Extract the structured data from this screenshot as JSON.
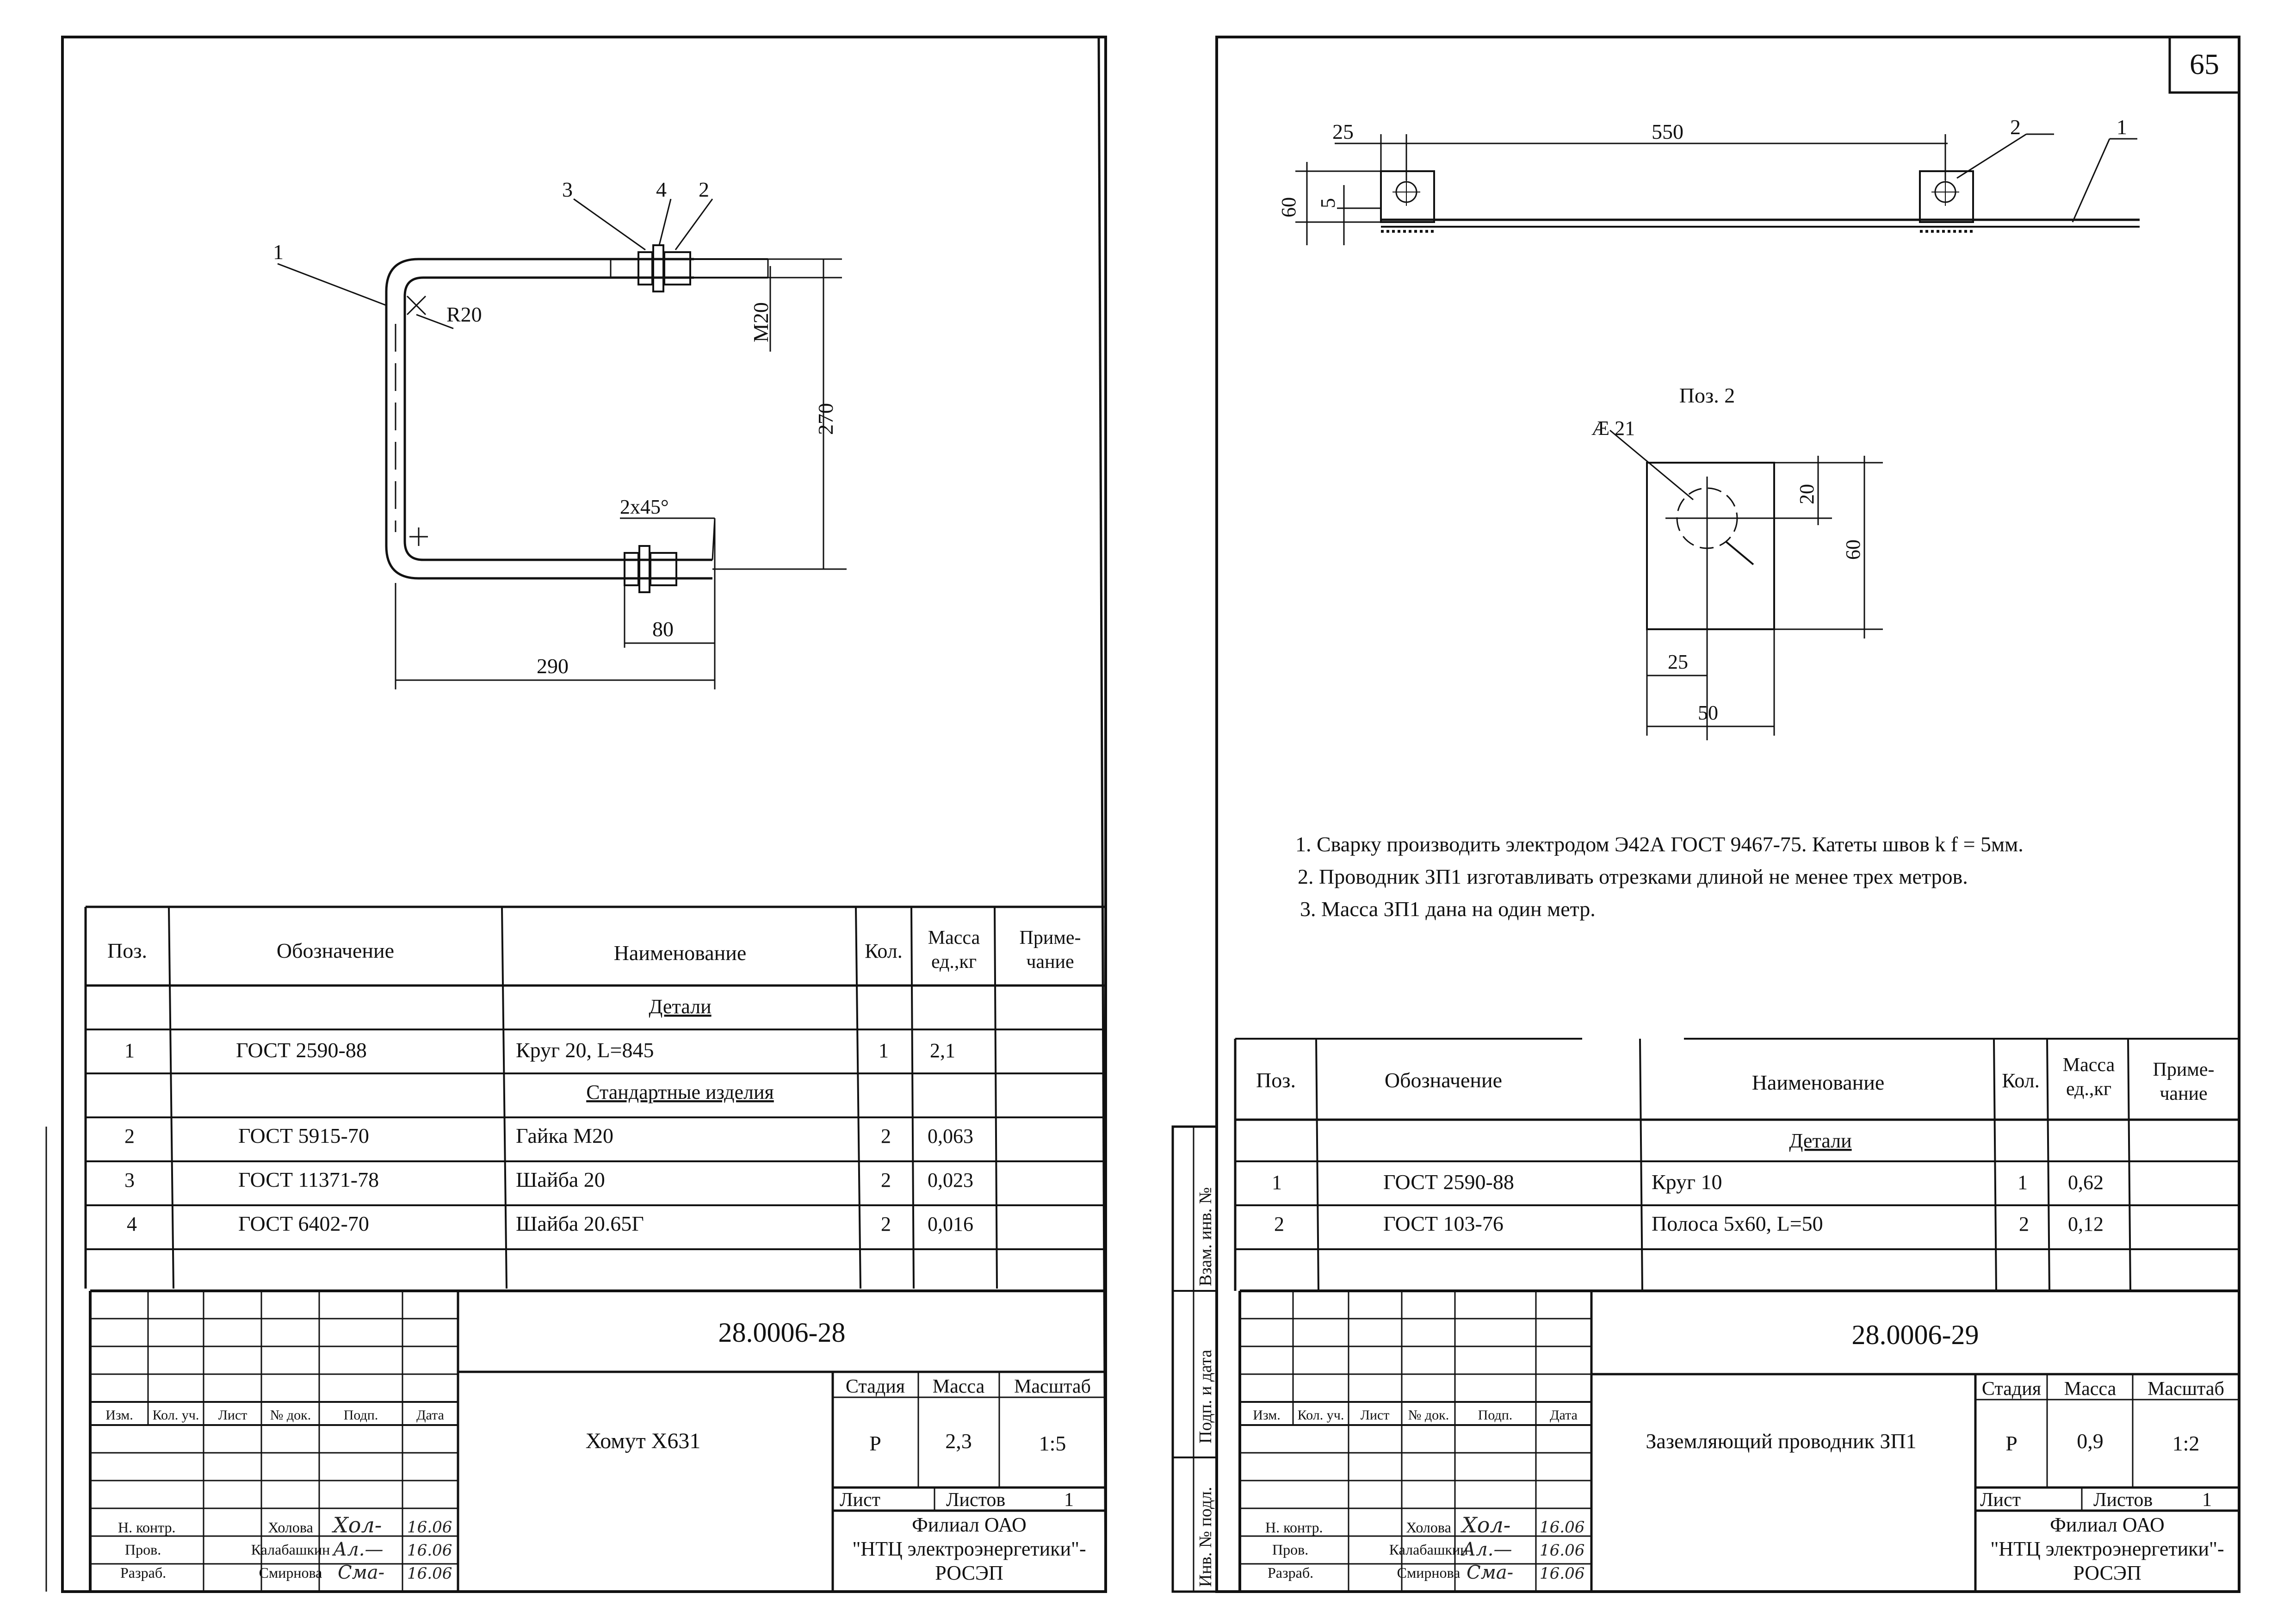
{
  "page_number": "65",
  "sheet_left": {
    "doc_number": "28.0006-28",
    "item_name": "Хомут Х631",
    "stage": "Р",
    "mass": "2,3",
    "scale": "1:5",
    "sheet_label": "Лист",
    "sheets_label": "Листов",
    "sheets_count": "1",
    "drawing": {
      "callouts": [
        "1",
        "3",
        "4",
        "2"
      ],
      "dims": {
        "r": "R20",
        "thread": "M20",
        "height": "270",
        "chamfer": "2x45°",
        "tail": "80",
        "width": "290"
      }
    },
    "spec": {
      "headers": {
        "pos": "Поз.",
        "designation": "Обозначение",
        "name": "Наименование",
        "qty": "Кол.",
        "mass": "Масса ед.,кг",
        "note": "Приме- чание"
      },
      "sections": {
        "details": "Детали",
        "standard": "Стандартные изделия"
      },
      "rows": [
        {
          "pos": "1",
          "designation": "ГОСТ 2590-88",
          "name": "Круг 20, L=845",
          "qty": "1",
          "mass": "2,1"
        },
        {
          "pos": "2",
          "designation": "ГОСТ 5915-70",
          "name": "Гайка М20",
          "qty": "2",
          "mass": "0,063"
        },
        {
          "pos": "3",
          "designation": "ГОСТ 11371-78",
          "name": "Шайба 20",
          "qty": "2",
          "mass": "0,023"
        },
        {
          "pos": "4",
          "designation": "ГОСТ 6402-70",
          "name": "Шайба 20.65Г",
          "qty": "2",
          "mass": "0,016"
        }
      ]
    }
  },
  "sheet_right": {
    "doc_number": "28.0006-29",
    "item_name": "Заземляющий проводник ЗП1",
    "stage": "Р",
    "mass": "0,9",
    "scale": "1:2",
    "sheet_label": "Лист",
    "sheets_label": "Листов",
    "sheets_count": "1",
    "drawing": {
      "callouts": [
        "2",
        "1"
      ],
      "dims": {
        "a": "25",
        "b": "550",
        "h": "60",
        "t": "5"
      },
      "detail_title": "Поз. 2",
      "detail_dims": {
        "hole": "Æ 21",
        "top": "20",
        "h": "60",
        "x": "25",
        "w": "50"
      }
    },
    "notes": [
      "1. Сварку производить электродом Э42А ГОСТ 9467-75.  Катеты швов k f = 5мм.",
      "2. Проводник ЗП1 изготавливать отрезками длиной не менее трех метров.",
      "3. Масса ЗП1 дана на один метр."
    ],
    "spec": {
      "headers": {
        "pos": "Поз.",
        "designation": "Обозначение",
        "name": "Наименование",
        "qty": "Кол.",
        "mass": "Масса ед.,кг",
        "note": "Приме- чание"
      },
      "sections": {
        "details": "Детали"
      },
      "rows": [
        {
          "pos": "1",
          "designation": "ГОСТ 2590-88",
          "name": "Круг 10",
          "qty": "1",
          "mass": "0,62"
        },
        {
          "pos": "2",
          "designation": "ГОСТ 103-76",
          "name": "Полоса 5х60, L=50",
          "qty": "2",
          "mass": "0,12"
        }
      ]
    },
    "side_stamp": [
      "Взам. инв. №",
      "Подп. и дата",
      "Инв. № подл."
    ]
  },
  "title_block": {
    "columns": [
      "Изм.",
      "Кол. уч.",
      "Лист",
      "№ док.",
      "Подп.",
      "Дата"
    ],
    "stage_label": "Стадия",
    "mass_label": "Масса",
    "scale_label": "Масштаб",
    "roles": [
      "Н. контр.",
      "Пров.",
      "Разраб."
    ],
    "names": [
      "Холова",
      "Калабашкин",
      "Смирнова"
    ],
    "dates": [
      "16.06",
      "16.06",
      "16.06"
    ],
    "org": [
      "Филиал ОАО",
      "\"НТЦ электроэнергетики\"-",
      "РОСЭП"
    ]
  }
}
